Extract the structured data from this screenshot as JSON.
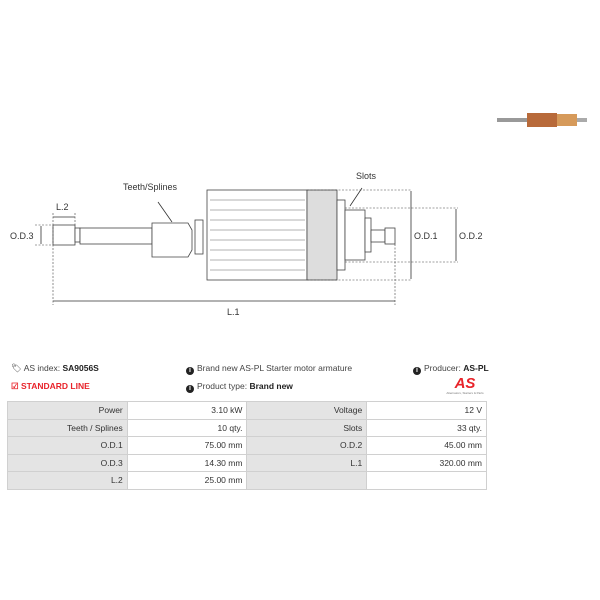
{
  "diagram": {
    "labels": {
      "teeth": "Teeth/Splines",
      "slots": "Slots",
      "od1": "O.D.1",
      "od2": "O.D.2",
      "od3": "O.D.3",
      "l1": "L.1",
      "l2": "L.2"
    }
  },
  "info": {
    "as_index_label": "AS index:",
    "as_index_value": "SA9056S",
    "standard_line": "STANDARD LINE",
    "description": "Brand new AS-PL Starter motor armature",
    "product_type_label": "Product type:",
    "product_type_value": "Brand new",
    "producer_label": "Producer:",
    "producer_value": "AS-PL",
    "logo_text": "AS",
    "logo_tagline": "Alternators, Starters & Parts"
  },
  "colors": {
    "accent": "#e8232a"
  },
  "specs": [
    [
      "Power",
      "3.10 kW",
      "Voltage",
      "12 V"
    ],
    [
      "Teeth / Splines",
      "10 qty.",
      "Slots",
      "33 qty."
    ],
    [
      "O.D.1",
      "75.00 mm",
      "O.D.2",
      "45.00 mm"
    ],
    [
      "O.D.3",
      "14.30 mm",
      "L.1",
      "320.00 mm"
    ],
    [
      "L.2",
      "25.00 mm",
      "",
      ""
    ]
  ]
}
